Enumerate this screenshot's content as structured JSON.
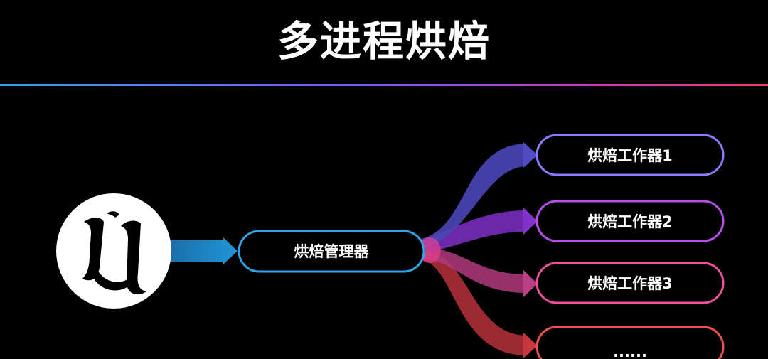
{
  "title": "多进程烘焙",
  "logo": {
    "icon": "unreal-engine-logo"
  },
  "manager": {
    "label": "烘焙管理器",
    "border": "#2ea3e6"
  },
  "workers": [
    {
      "label": "烘焙工作器1",
      "border": "#8b7bff",
      "flow_color": "#4a46b8"
    },
    {
      "label": "烘焙工作器2",
      "border": "#b44fe8",
      "flow_color": "#7a2fc2"
    },
    {
      "label": "烘焙工作器3",
      "border": "#ef4f9c",
      "flow_color": "#b03a7e"
    },
    {
      "label": "......",
      "border": "#f05050",
      "flow_color": "#b8303c"
    }
  ],
  "colors": {
    "background": "#000000",
    "input_arrow": "#1f83bf",
    "rule_start": "#2ea3e6",
    "rule_end": "#ef3a7a"
  }
}
